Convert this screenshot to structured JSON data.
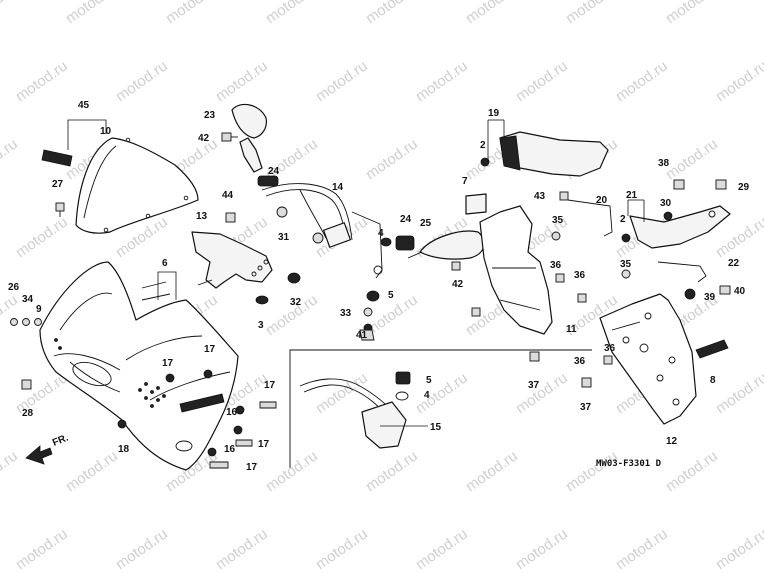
{
  "watermark": "motod.ru",
  "diagram_code": "MW03-F3301 D",
  "direction_label": "FR.",
  "callouts": [
    "45",
    "10",
    "23",
    "42",
    "27",
    "24",
    "14",
    "44",
    "13",
    "31",
    "6",
    "26",
    "34",
    "9",
    "28",
    "17",
    "17",
    "18",
    "17",
    "16",
    "17",
    "16",
    "17",
    "3",
    "32",
    "33",
    "5",
    "41",
    "4",
    "24",
    "25",
    "42",
    "19",
    "2",
    "7",
    "43",
    "20",
    "21",
    "38",
    "29",
    "30",
    "2",
    "35",
    "36",
    "36",
    "35",
    "22",
    "39",
    "40",
    "36",
    "11",
    "37",
    "37",
    "36",
    "8",
    "12",
    "5",
    "4",
    "15"
  ]
}
